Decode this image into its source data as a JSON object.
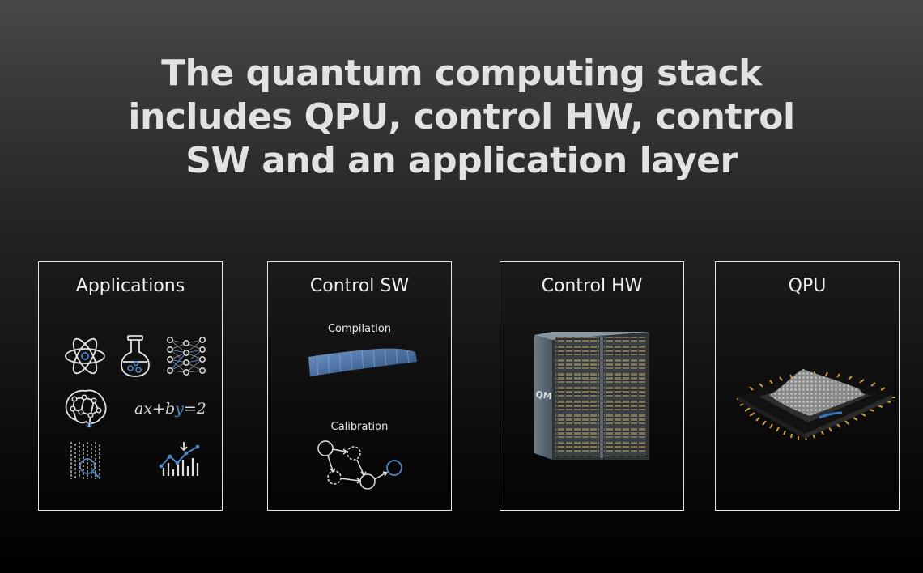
{
  "title_lines": [
    "The quantum computing stack",
    "includes QPU, control HW, control",
    "SW and an application layer"
  ],
  "cards": [
    {
      "title": "Applications",
      "equation": "ax+by=2"
    },
    {
      "title": "Control SW",
      "items": [
        "Compilation",
        "Calibration"
      ]
    },
    {
      "title": "Control HW",
      "logo": "QM"
    },
    {
      "title": "QPU"
    }
  ],
  "colors": {
    "accent_blue": "#4f86c6",
    "card_border": "#e6e6e6",
    "title_text": "#e2e2e2"
  },
  "icons": [
    "atom-icon",
    "flask-icon",
    "neural-network-icon",
    "brain-network-icon",
    "equation-icon",
    "matrix-data-icon",
    "trend-chart-icon",
    "wave-surface-icon",
    "calibration-graph-icon",
    "server-rack-icon",
    "qpu-chip-icon"
  ]
}
